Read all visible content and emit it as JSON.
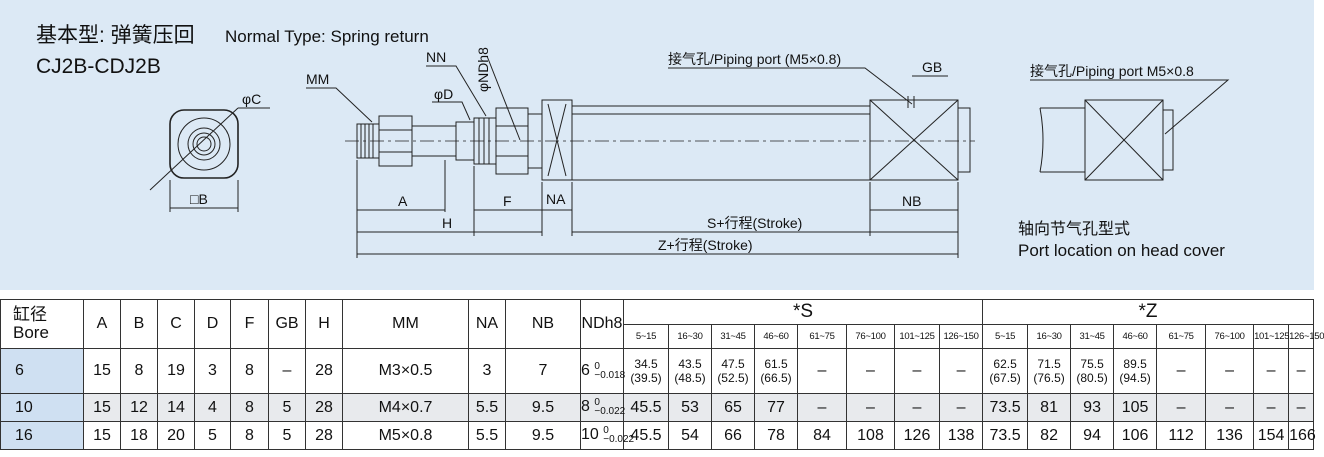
{
  "title": {
    "cn": "基本型: 弹簧压回",
    "en": "Normal Type: Spring return",
    "model": "CJ2B-CDJ2B"
  },
  "labels": {
    "mm": "MM",
    "nn": "NN",
    "ndh8": "φNDh8",
    "phi_d": "φD",
    "phi_c": "φC",
    "square_b": "□B",
    "a": "A",
    "f": "F",
    "na": "NA",
    "h": "H",
    "nb": "NB",
    "gb": "GB",
    "piping_port": "接气孔/Piping port (M5×0.8)",
    "piping_port2": "接气孔/Piping port M5×0.8",
    "s_stroke": "S+行程(Stroke)",
    "z_stroke": "Z+行程(Stroke)",
    "port_cn": "轴向节气孔型式",
    "port_en": "Port location on head cover"
  },
  "table": {
    "bore_cn": "缸径",
    "bore_en": "Bore",
    "columns": [
      "A",
      "B",
      "C",
      "D",
      "F",
      "GB",
      "H",
      "MM",
      "NA",
      "NB",
      "NDh8"
    ],
    "s_header": "*S",
    "z_header": "*Z",
    "strokes": [
      "5~15",
      "16~30",
      "31~45",
      "46~60",
      "61~75",
      "76~100",
      "101~125",
      "126~150"
    ],
    "rows": [
      {
        "bore": "6",
        "vals": [
          "15",
          "8",
          "19",
          "3",
          "8",
          "–",
          "28",
          "M3×0.5",
          "3",
          "7"
        ],
        "nd": "6",
        "nd_tol_top": "0",
        "nd_tol_bot": "−0.018",
        "s": [
          [
            "34.5",
            "(39.5)"
          ],
          [
            "43.5",
            "(48.5)"
          ],
          [
            "47.5",
            "(52.5)"
          ],
          [
            "61.5",
            "(66.5)"
          ],
          [
            "–"
          ],
          [
            "–"
          ],
          [
            "–"
          ],
          [
            "–"
          ]
        ],
        "z": [
          [
            "62.5",
            "(67.5)"
          ],
          [
            "71.5",
            "(76.5)"
          ],
          [
            "75.5",
            "(80.5)"
          ],
          [
            "89.5",
            "(94.5)"
          ],
          [
            "–"
          ],
          [
            "–"
          ],
          [
            "–"
          ],
          [
            "–"
          ]
        ]
      },
      {
        "bore": "10",
        "vals": [
          "15",
          "12",
          "14",
          "4",
          "8",
          "5",
          "28",
          "M4×0.7",
          "5.5",
          "9.5"
        ],
        "nd": "8",
        "nd_tol_top": "0",
        "nd_tol_bot": "−0.022",
        "s": [
          [
            "45.5"
          ],
          [
            "53"
          ],
          [
            "65"
          ],
          [
            "77"
          ],
          [
            "–"
          ],
          [
            "–"
          ],
          [
            "–"
          ],
          [
            "–"
          ]
        ],
        "z": [
          [
            "73.5"
          ],
          [
            "81"
          ],
          [
            "93"
          ],
          [
            "105"
          ],
          [
            "–"
          ],
          [
            "–"
          ],
          [
            "–"
          ],
          [
            "–"
          ]
        ]
      },
      {
        "bore": "16",
        "vals": [
          "15",
          "18",
          "20",
          "5",
          "8",
          "5",
          "28",
          "M5×0.8",
          "5.5",
          "9.5"
        ],
        "nd": "10",
        "nd_tol_top": "0",
        "nd_tol_bot": "−0.022",
        "s": [
          [
            "45.5"
          ],
          [
            "54"
          ],
          [
            "66"
          ],
          [
            "78"
          ],
          [
            "84"
          ],
          [
            "108"
          ],
          [
            "126"
          ],
          [
            "138"
          ]
        ],
        "z": [
          [
            "73.5"
          ],
          [
            "82"
          ],
          [
            "94"
          ],
          [
            "106"
          ],
          [
            "112"
          ],
          [
            "136"
          ],
          [
            "154"
          ],
          [
            "166"
          ]
        ]
      }
    ]
  },
  "colors": {
    "panel": "#dce9f5",
    "bore_cell": "#cfe0f2",
    "row_alt": "#e8eaed"
  }
}
